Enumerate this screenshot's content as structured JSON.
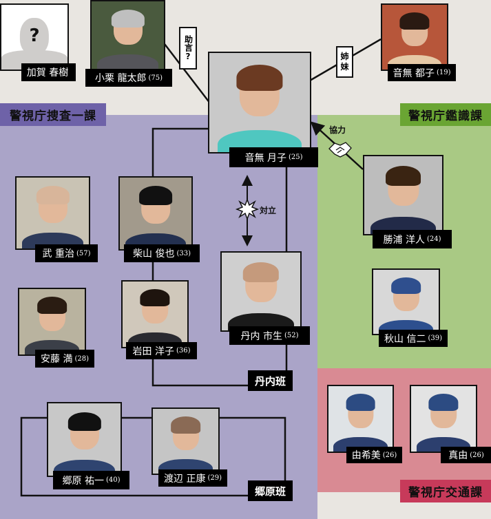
{
  "departments": {
    "investigation": {
      "label": "警視庁捜査一課",
      "color": "#aaa4c8",
      "label_color": "#6e62a8"
    },
    "forensics": {
      "label": "警視庁鑑識課",
      "color": "#a9c984",
      "label_color": "#6aa533"
    },
    "traffic": {
      "label": "警視庁交通課",
      "color": "#d98a93",
      "label_color": "#c73a5a"
    }
  },
  "people": [
    {
      "name": "加賀 春樹",
      "age": "",
      "photo": "unknown-silhouette"
    },
    {
      "name": "小栗 龍太郎",
      "age": "(75)"
    },
    {
      "name": "音無 月子",
      "age": "(25)"
    },
    {
      "name": "音無 都子",
      "age": "(19)"
    },
    {
      "name": "武 重治",
      "age": "(57)"
    },
    {
      "name": "柴山 俊也",
      "age": "(33)"
    },
    {
      "name": "勝浦 洋人",
      "age": "(24)"
    },
    {
      "name": "丹内 市生",
      "age": "(52)"
    },
    {
      "name": "秋山 信二",
      "age": "(39)"
    },
    {
      "name": "安藤 満",
      "age": "(28)"
    },
    {
      "name": "岩田 洋子",
      "age": "(36)"
    },
    {
      "name": "郷原 祐一",
      "age": "(40)"
    },
    {
      "name": "渡辺 正康",
      "age": "(29)"
    },
    {
      "name": "由希美",
      "age": "(26)"
    },
    {
      "name": "真由",
      "age": "(26)"
    }
  ],
  "relations": {
    "advice": {
      "line1": "助言",
      "line2": "?"
    },
    "sisters": {
      "line1": "姉",
      "line2": "妹"
    },
    "cooperation": "協力",
    "conflict": "対立"
  },
  "teams": {
    "tannai": "丹内班",
    "gohara": "郷原班"
  },
  "unknown_mark": "?"
}
